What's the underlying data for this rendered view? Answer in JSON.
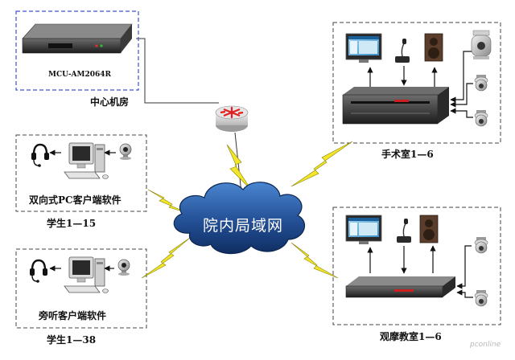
{
  "colors": {
    "server_box_border": "#3b4fd6",
    "dashed_border": "#444444",
    "cloud": "#2b5fa8",
    "lightning": "#f2e62a",
    "router": "#e02020"
  },
  "center": {
    "device_label": "MCU-AM2064R",
    "room_label": "中心机房"
  },
  "network": {
    "label": "院内局域网"
  },
  "student_bidirectional": {
    "software_label": "双向式PC客户端软件",
    "group_label": "学生1—15"
  },
  "student_listen": {
    "software_label": "旁听客户端软件",
    "group_label": "学生1—38"
  },
  "operating_room": {
    "label": "手术室1—6"
  },
  "observation_room": {
    "label": "观摩教室1—6"
  },
  "watermark": "pconline"
}
